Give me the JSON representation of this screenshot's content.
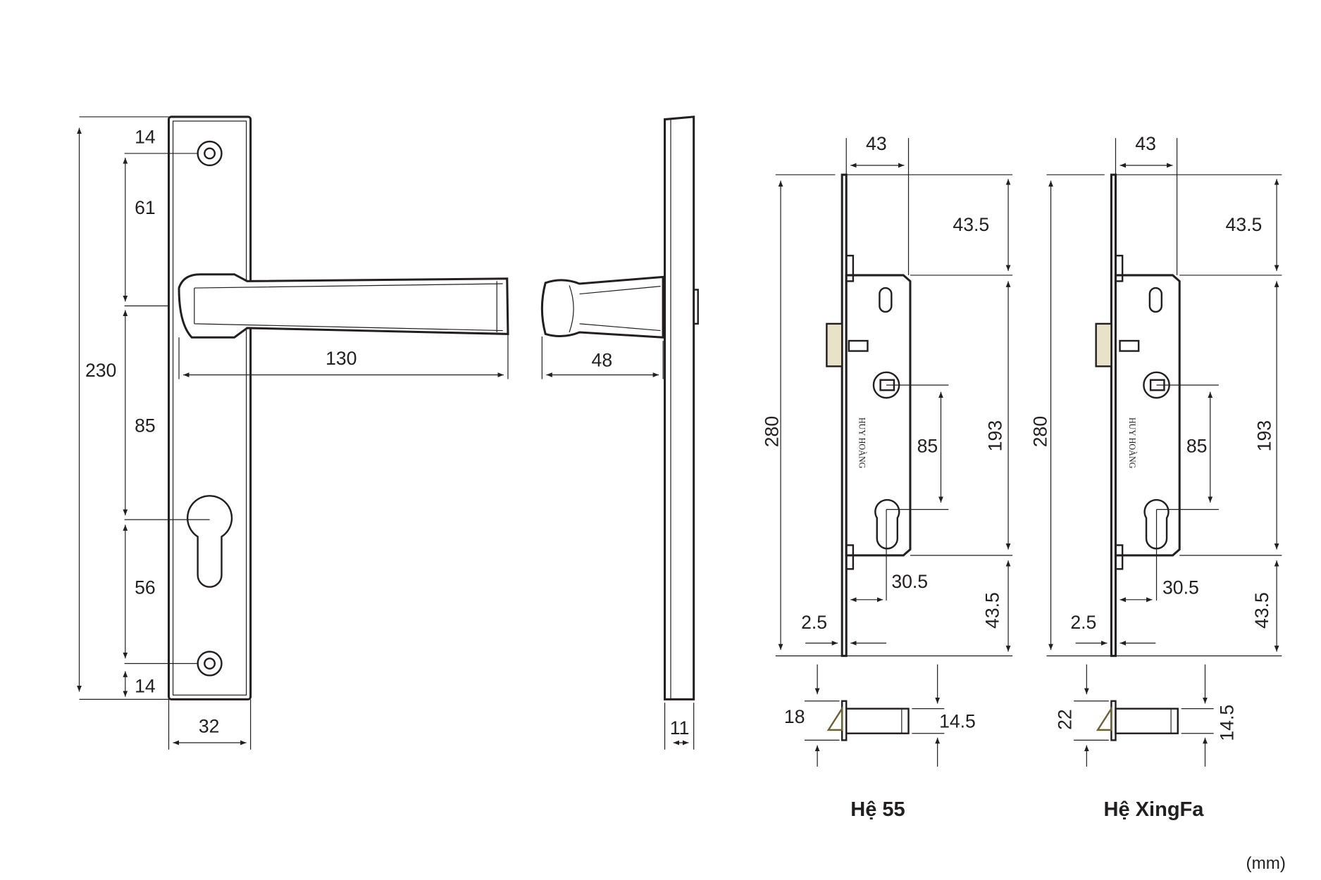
{
  "handle_front": {
    "dims": {
      "top_hole": "14",
      "hole_to_handle": "61",
      "total_height": "230",
      "handle_to_cylinder": "85",
      "cylinder_to_hole": "56",
      "bottom_hole": "14",
      "plate_width": "32",
      "handle_length": "130"
    }
  },
  "handle_side": {
    "dims": {
      "projection": "48",
      "thickness": "11"
    }
  },
  "lock_he55": {
    "caption": "Hệ 55",
    "brand_text": "HUY HOÀNG",
    "dims": {
      "faceplate": "43",
      "top": "43.5",
      "height": "280",
      "body": "193",
      "center": "85",
      "backset": "30.5",
      "edge": "2.5",
      "bottom": "43.5",
      "latch_height": "18",
      "latch_body": "14.5"
    }
  },
  "lock_xingfa": {
    "caption": "Hệ XingFa",
    "brand_text": "HUY HOÀNG",
    "dims": {
      "faceplate": "43",
      "top": "43.5",
      "height": "280",
      "body": "193",
      "center": "85",
      "backset": "30.5",
      "edge": "2.5",
      "bottom": "43.5",
      "latch_height": "22",
      "latch_body": "14.5"
    }
  },
  "unit_label": "(mm)",
  "colors": {
    "line": "#231f20",
    "latch": "#6b6432"
  }
}
